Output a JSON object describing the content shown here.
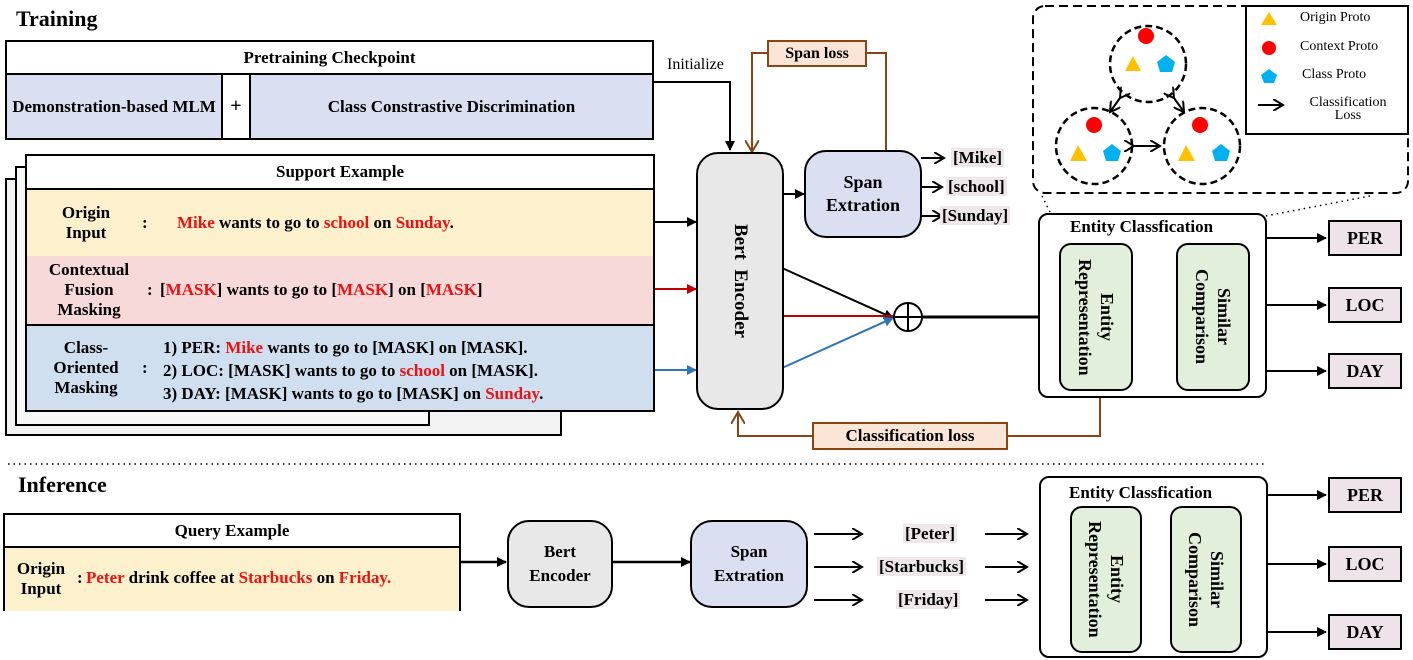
{
  "training": {
    "title": "Training",
    "pretraining": {
      "header": "Pretraining Checkpoint",
      "left": "Demonstration-based MLM",
      "plus": "+",
      "right": "Class Constrastive Discrimination"
    },
    "initialize_label": "Initialize",
    "span_loss": "Span loss",
    "classification_loss": "Classification loss",
    "support": {
      "header": "Support Example",
      "colon": ":",
      "origin": {
        "label_line1": "Origin",
        "label_line2": "Input",
        "segments": [
          {
            "text": "Mike",
            "entity": true
          },
          {
            "text": " wants to go to ",
            "entity": false
          },
          {
            "text": "school",
            "entity": true
          },
          {
            "text": " on ",
            "entity": false
          },
          {
            "text": "Sunday",
            "entity": true
          },
          {
            "text": ".",
            "entity": false
          }
        ]
      },
      "contextual": {
        "label_line1": "Contextual",
        "label_line2": "Fusion",
        "label_line3": "Masking",
        "segments": [
          {
            "text": "[",
            "entity": false
          },
          {
            "text": "MASK",
            "entity": true
          },
          {
            "text": "] wants to go to [",
            "entity": false
          },
          {
            "text": "MASK",
            "entity": true
          },
          {
            "text": "] on [",
            "entity": false
          },
          {
            "text": "MASK",
            "entity": true
          },
          {
            "text": "]",
            "entity": false
          }
        ]
      },
      "class_oriented": {
        "label_line1": "Class-",
        "label_line2": "Oriented",
        "label_line3": "Masking",
        "lines": [
          [
            {
              "text": "1) PER: ",
              "entity": false
            },
            {
              "text": "Mike",
              "entity": true
            },
            {
              "text": " wants to go to [MASK] on [MASK].",
              "entity": false
            }
          ],
          [
            {
              "text": "2) LOC: [MASK] wants to go to ",
              "entity": false
            },
            {
              "text": "school",
              "entity": true
            },
            {
              "text": " on [MASK].",
              "entity": false
            }
          ],
          [
            {
              "text": "3) DAY: [MASK] wants to go to [MASK] on ",
              "entity": false
            },
            {
              "text": "Sunday",
              "entity": true
            },
            {
              "text": ".",
              "entity": false
            }
          ]
        ]
      }
    },
    "bert_encoder": "Bert  Encoder",
    "span_extraction_line1": "Span",
    "span_extraction_line2": "Extration",
    "spans": [
      "[Mike]",
      "[school]",
      "[Sunday]"
    ],
    "entity_classification": {
      "title": "Entity Classfication",
      "entity_rep_line1": "Entity",
      "entity_rep_line2": "Representation",
      "similar_line1": "Similar",
      "similar_line2": "Comparison"
    },
    "outputs": [
      "PER",
      "LOC",
      "DAY"
    ],
    "legend": {
      "origin_proto": "Origin Proto",
      "context_proto": "Context Proto",
      "class_proto": "Class Proto",
      "classification_loss_line1": "Classification",
      "classification_loss_line2": "Loss"
    }
  },
  "inference": {
    "title": "Inference",
    "query": {
      "header": "Query Example",
      "label_line1": "Origin",
      "label_line2": "Input",
      "colon": ":",
      "segments": [
        {
          "text": "Peter",
          "entity": true
        },
        {
          "text": " drink coffee at ",
          "entity": false
        },
        {
          "text": "Starbucks",
          "entity": true
        },
        {
          "text": " on ",
          "entity": false
        },
        {
          "text": "Friday.",
          "entity": true
        }
      ]
    },
    "bert_line1": "Bert",
    "bert_line2": "Encoder",
    "span_extraction_line1": "Span",
    "span_extraction_line2": "Extration",
    "spans": [
      "[Peter]",
      "[Starbucks]",
      "[Friday]"
    ],
    "entity_classification": {
      "title": "Entity Classfication",
      "entity_rep_line1": "Entity",
      "entity_rep_line2": "Representation",
      "similar_line1": "Similar",
      "similar_line2": "Comparison"
    },
    "outputs": [
      "PER",
      "LOC",
      "DAY"
    ]
  },
  "colors": {
    "entity_red": "#ee1111",
    "blue_box": "#dae0f2",
    "origin_yellow": "#fdf0cd",
    "contextual_pink": "#f8d9da",
    "class_blue": "#cfdfef",
    "encoder_gray": "#e8e8e8",
    "green_box": "#e2efda",
    "loss_box": "#fbe5d6",
    "loss_line": "#8b4513",
    "output_box": "#ede3e8",
    "red_arrow": "#c00000",
    "blue_arrow": "#2e75b6",
    "proto_yellow": "#ffc000",
    "proto_red": "#ff0000",
    "proto_cyan": "#00b0f0"
  }
}
